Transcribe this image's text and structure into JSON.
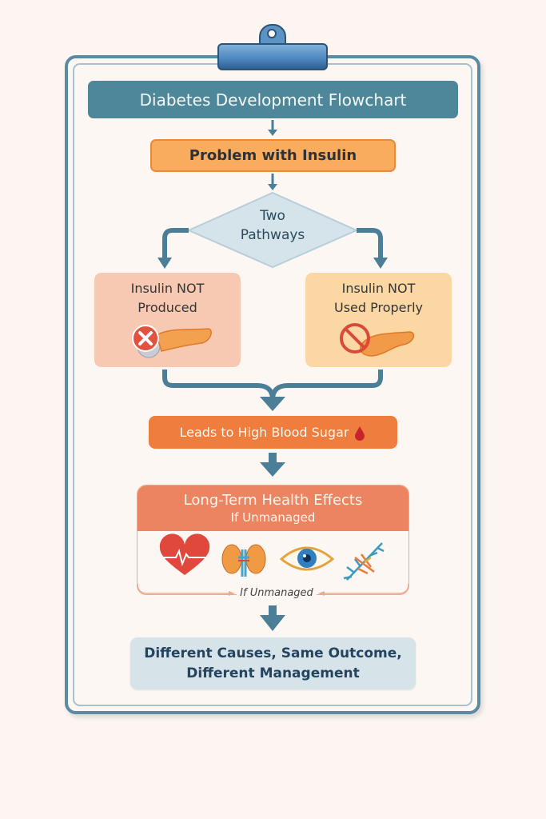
{
  "title": "Diabetes Development Flowchart",
  "problem": "Problem with Insulin",
  "decision": {
    "line1": "Two",
    "line2": "Pathways"
  },
  "pathways": [
    {
      "line1": "Insulin NOT",
      "line2": "Produced",
      "icon": "pancreas-x-icon"
    },
    {
      "line1": "Insulin NOT",
      "line2": "Used Properly",
      "icon": "pancreas-prohibited-icon"
    }
  ],
  "result": {
    "label": "Leads to High Blood Sugar",
    "icon": "blood-drop-icon"
  },
  "effects": {
    "title": "Long-Term Health Effects",
    "subtitle": "If Unmanaged",
    "icons": [
      "heart-icon",
      "kidneys-icon",
      "eye-icon",
      "nerves-icon"
    ],
    "footer": "If Unmanaged"
  },
  "conclusion": {
    "line1": "Different Causes, Same Outcome,",
    "line2": "Different Management"
  },
  "colors": {
    "teal": "#4e8799",
    "orange": "#ee7d3e",
    "salmon": "#ec8461",
    "arrow": "#4a7f97"
  }
}
